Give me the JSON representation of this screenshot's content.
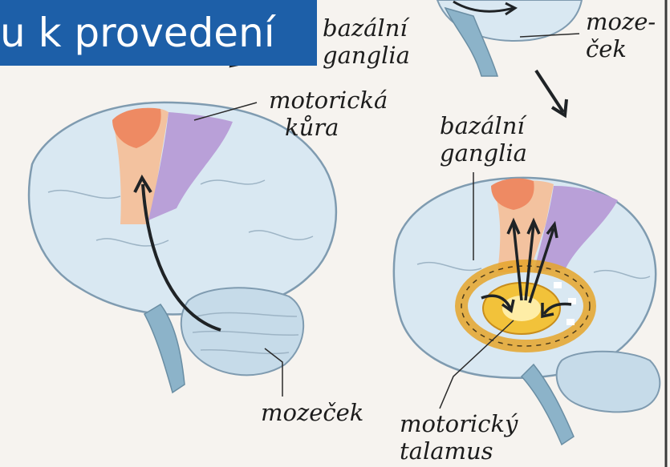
{
  "overlay_caption": "u k provedení",
  "labels": {
    "bazalni_ganglia_top_l1": "bazální",
    "bazalni_ganglia_top_l2": "ganglia",
    "mozecek_top_l1": "moze-",
    "mozecek_top_l2": "ček",
    "motoricka_kura_l1": "motorická",
    "motoricka_kura_l2": "kůra",
    "bazalni_ganglia_right_l1": "bazální",
    "bazalni_ganglia_right_l2": "ganglia",
    "mozecek_bottom": "mozeček",
    "motoricky_talamus_l1": "motorický",
    "motoricky_talamus_l2": "talamus"
  },
  "colors": {
    "brain_fill": "#d9e8f2",
    "brain_outline": "#7f9bb0",
    "motor_red": "#ee8a63",
    "motor_peach": "#f3c29f",
    "motor_lilac": "#b9a0d8",
    "cerebellum": "#c6dbe9",
    "brainstem": "#8cb3c9",
    "ganglia_yellow": "#f2c23a",
    "arrow": "#1f2326",
    "caption_bg": "#1d5fa8"
  }
}
